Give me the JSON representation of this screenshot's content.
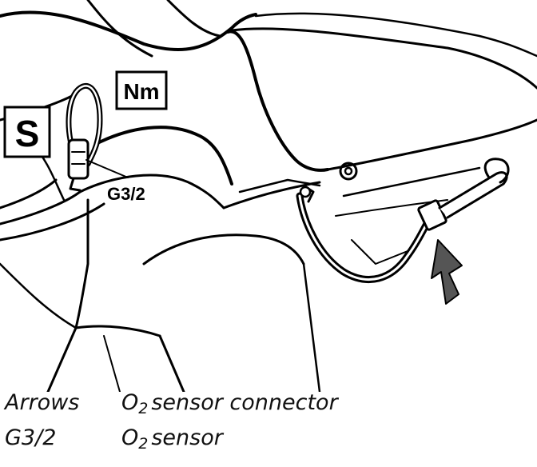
{
  "figure": {
    "label_s": "S",
    "label_nm": "Nm",
    "label_part": "G3/2"
  },
  "legend": {
    "rows": [
      {
        "key": "Arrows",
        "value_prefix": "O",
        "value_sub": "2",
        "value_rest": "sensor connector"
      },
      {
        "key": "G3/2",
        "value_prefix": "O",
        "value_sub": "2",
        "value_rest": "sensor"
      }
    ]
  },
  "colors": {
    "ink": "#000000",
    "paper": "#ffffff",
    "arrow": "#555555"
  }
}
